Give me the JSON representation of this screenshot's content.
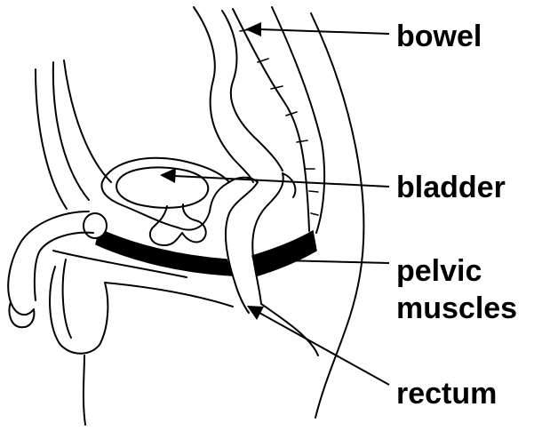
{
  "labels": {
    "bowel": "bowel",
    "bladder": "bladder",
    "pelvic_muscles_line1": "pelvic",
    "pelvic_muscles_line2": "muscles",
    "rectum": "rectum"
  },
  "colors": {
    "ink": "#000000",
    "background": "#ffffff"
  }
}
